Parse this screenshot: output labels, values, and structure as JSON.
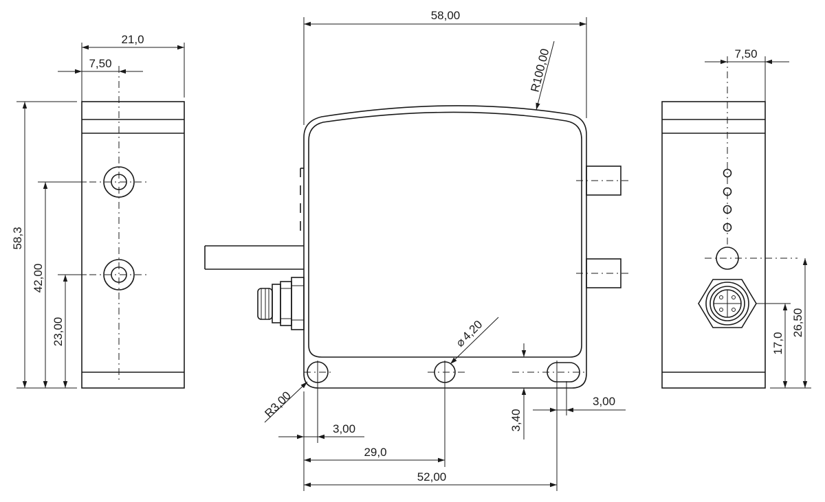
{
  "dimensions": {
    "left_width": "21,0",
    "left_offset": "7,50",
    "left_height": "58,3",
    "left_hole_upper": "42,00",
    "left_hole_lower": "23,00",
    "top_width": "58,00",
    "top_radius": "R100,00",
    "hole_diameter": "4,20",
    "corner_radius": "R3,00",
    "bottom_offset_small": "3,00",
    "bottom_offset_mid": "29,0",
    "bottom_offset_total": "52,00",
    "slot_height": "3,40",
    "slot_width": "3,00",
    "right_offset": "7,50",
    "right_height_total": "26,50",
    "right_connector_height": "17,0"
  },
  "symbols": {
    "diameter": "⌀"
  }
}
